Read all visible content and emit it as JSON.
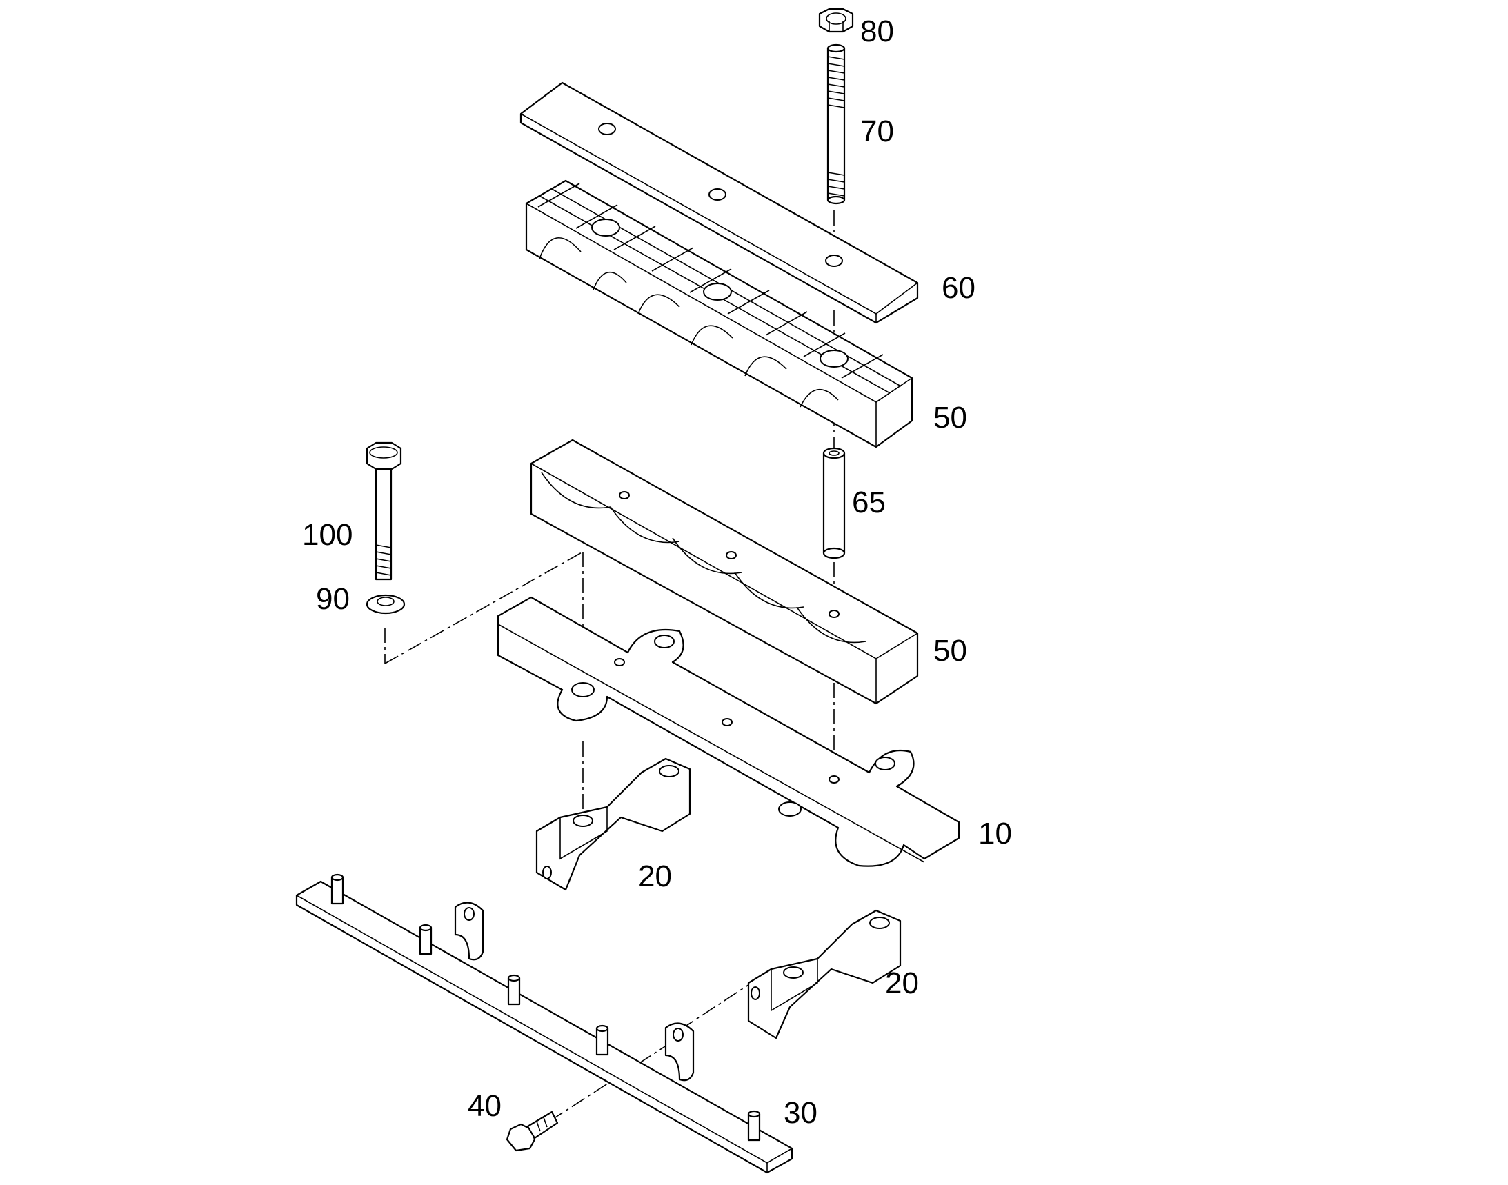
{
  "diagram": {
    "callouts": [
      "80",
      "70",
      "60",
      "50",
      "65",
      "100",
      "90",
      "50",
      "10",
      "20",
      "20",
      "30",
      "40"
    ]
  }
}
